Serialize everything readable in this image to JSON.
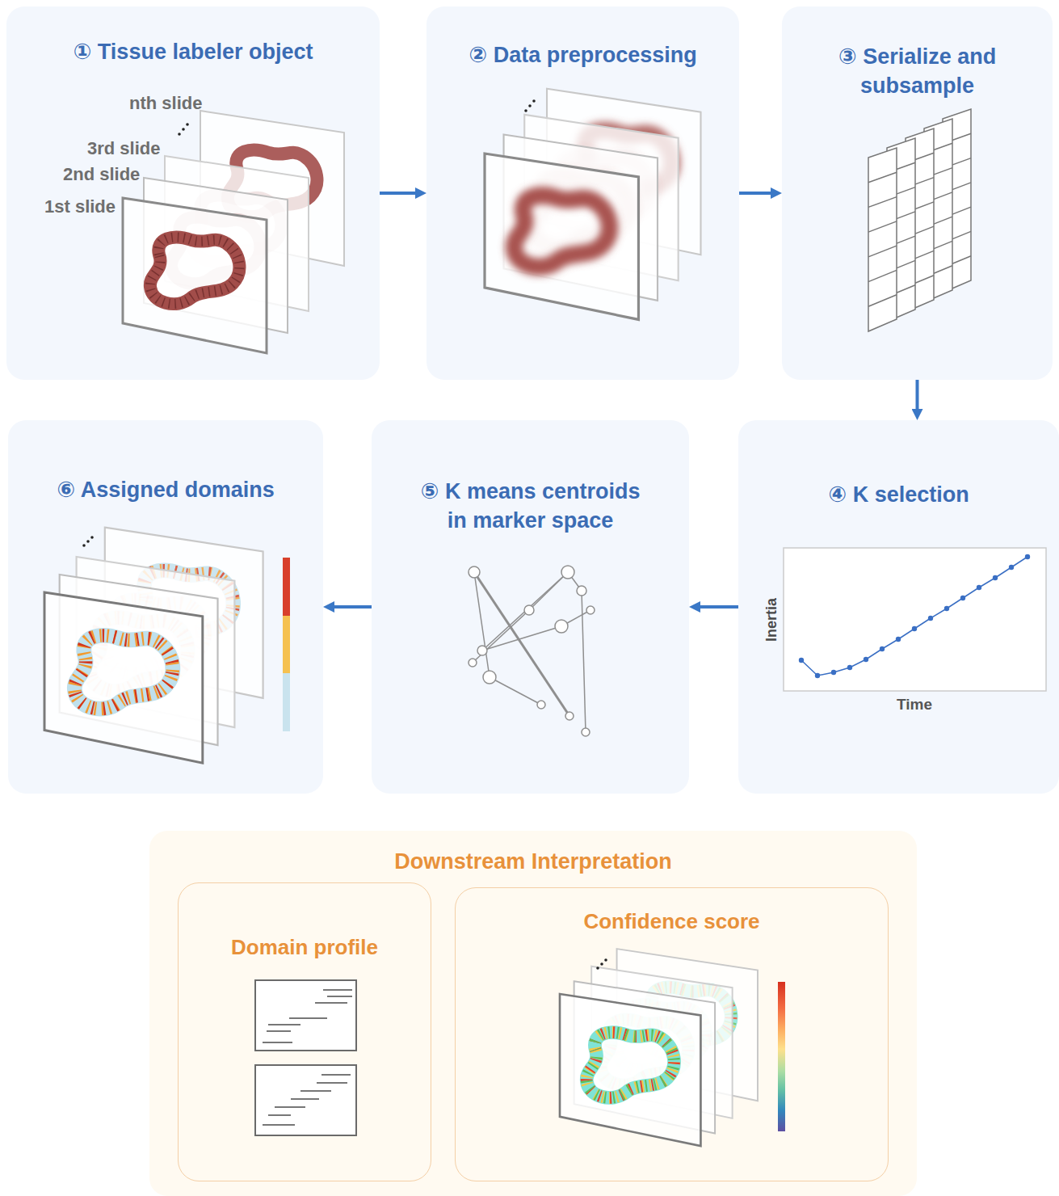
{
  "diagram": {
    "nodes": [
      {
        "text": [
          "① Tissue labeler object"
        ]
      },
      {
        "text": [
          "② Data preprocessing"
        ]
      },
      {
        "text": [
          "③ Serialize and subsample"
        ]
      },
      {
        "text": [
          "④ K selection"
        ]
      },
      {
        "text": [
          "⑤ K means centroids in marker space"
        ]
      },
      {
        "text": [
          "⑥ Assigned domains"
        ]
      },
      {
        "text": [
          "Downstream Interpretation"
        ]
      },
      {
        "text": [
          "Domain profile"
        ],
        "in": 6
      },
      {
        "text": [
          "Confidence score"
        ],
        "in": 6
      }
    ],
    "edges": [
      {
        "from": 0,
        "to": 1,
        "arrow": "to"
      },
      {
        "from": 1,
        "to": 2,
        "arrow": "to"
      },
      {
        "from": 2,
        "to": 3,
        "arrow": "to"
      },
      {
        "from": 3,
        "to": 4,
        "arrow": "to"
      },
      {
        "from": 4,
        "to": 5,
        "arrow": "to"
      }
    ],
    "labels": [
      "nth slide",
      "3rd slide",
      "2nd slide",
      "1st slide",
      "Inertia",
      "Time"
    ]
  }
}
